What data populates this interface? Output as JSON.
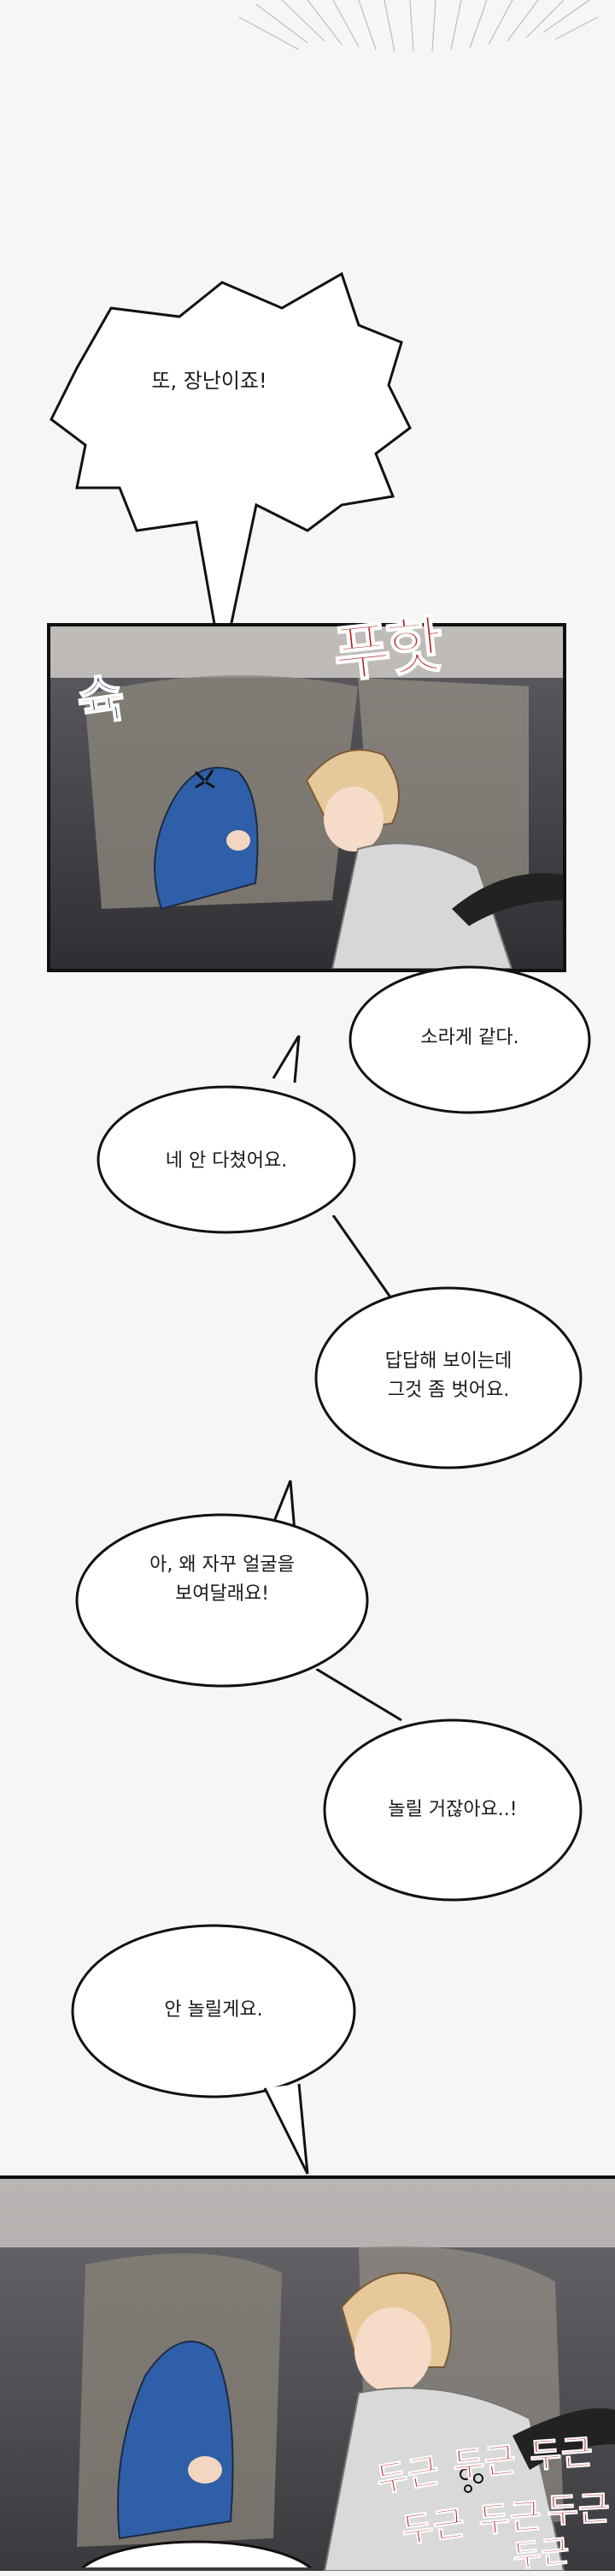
{
  "bubbles": {
    "b1": "또, 장난이죠!",
    "b2": "소라게 같다.",
    "b3": "네 안 다쳤어요.",
    "b4": "답답해 보이는데\n그것 좀 벗어요.",
    "b5": "아, 왜 자꾸 얼굴을\n보여달래요!",
    "b6": "놀릴 거잖아요..!",
    "b7": "안 놀릴게요."
  },
  "sfx": {
    "shock_left": "슉",
    "shock_right": "푸핫",
    "rattle": [
      "두근",
      "두근",
      "두근",
      "두근",
      "두근",
      "두근",
      "두근"
    ]
  },
  "colors": {
    "background": "#f6f6f6",
    "outline": "#111111",
    "hoodie_blue": "#2f5fa8",
    "sfx_red": "#b3242a",
    "hair_blond": "#e7c89a"
  },
  "icons": [
    "speed-lines-icon",
    "anger-mark-icon",
    "sweat-drop-icon"
  ]
}
